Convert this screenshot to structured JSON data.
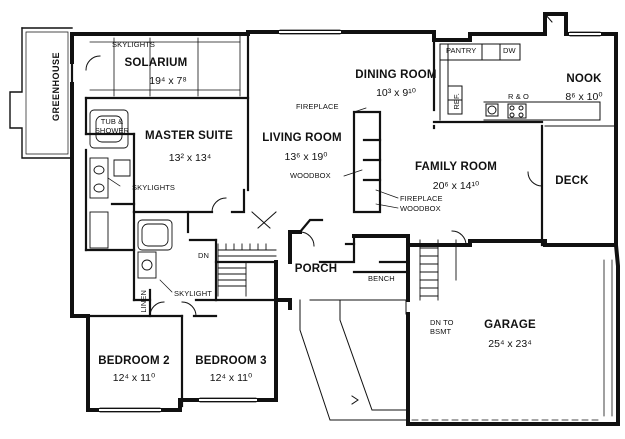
{
  "rooms": {
    "solarium": {
      "name": "SOLARIUM",
      "size": "19⁴ x 7⁸"
    },
    "master_suite": {
      "name": "MASTER SUITE",
      "size": "13² x 13⁴"
    },
    "living_room": {
      "name": "LIVING ROOM",
      "size": "13⁶ x 19⁰"
    },
    "dining_room": {
      "name": "DINING ROOM",
      "size": "10³ x 9¹⁰"
    },
    "nook": {
      "name": "NOOK",
      "size": "8⁶ x 10⁰"
    },
    "family_room": {
      "name": "FAMILY ROOM",
      "size": "20⁶ x 14¹⁰"
    },
    "deck": {
      "name": "DECK"
    },
    "porch": {
      "name": "PORCH"
    },
    "garage": {
      "name": "GARAGE",
      "size": "25⁴ x 23⁴"
    },
    "bedroom2": {
      "name": "BEDROOM 2",
      "size": "12⁴ x 11⁰"
    },
    "bedroom3": {
      "name": "BEDROOM 3",
      "size": "12⁴ x 11⁰"
    },
    "greenhouse": {
      "name": "GREENHOUSE"
    }
  },
  "fixtures": {
    "skylights_top": "SKYLIGHTS",
    "skylights_bath": "SKYLIGHTS",
    "skylight_hall": "SKYLIGHT",
    "tub_line1": "TUB &",
    "tub_line2": "SHOWER",
    "fireplace_living": "FIREPLACE",
    "woodbox_living": "WOODBOX",
    "fireplace_family": "FIREPLACE",
    "woodbox_family": "WOODBOX",
    "pantry": "PANTRY",
    "dw": "DW",
    "ref": "REF.",
    "range": "R & O",
    "bench": "BENCH",
    "linen": "LINEN",
    "dn_stair": "DN",
    "dn_to": "DN TO",
    "bsmt": "BSMT"
  }
}
